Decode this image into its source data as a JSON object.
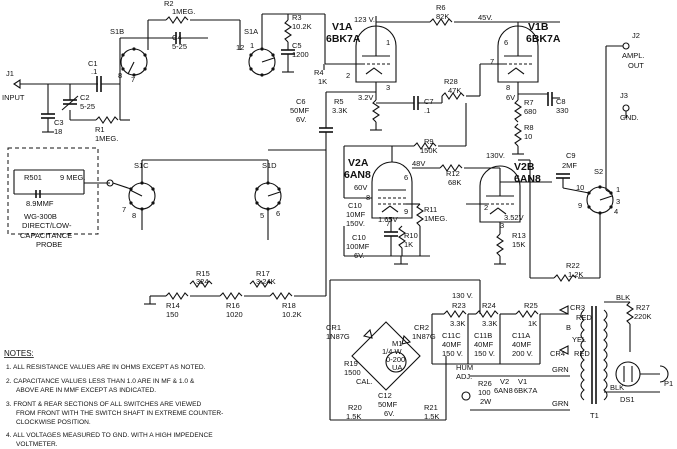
{
  "tubes": {
    "v1a": [
      "V1A",
      "6BK7A"
    ],
    "v1b": [
      "V1B",
      "6BK7A"
    ],
    "v2a": [
      "V2A",
      "6AN8"
    ],
    "v2b": [
      "V2B",
      "6AN8"
    ]
  },
  "labels": {
    "j1": "J1",
    "input": "INPUT",
    "c1": [
      "C1",
      ".1"
    ],
    "c2": [
      "C2",
      "5-25"
    ],
    "c3": [
      "C3",
      "18"
    ],
    "r1": [
      "R1",
      "1MEG."
    ],
    "r2": [
      "R2",
      "1MEG."
    ],
    "c4": [
      "C4",
      "5-25"
    ],
    "s1b": "S1B",
    "s1a": "S1A",
    "s1c": "S1C",
    "s1d": "S1D",
    "r3": [
      "R3",
      "10.2K"
    ],
    "c5": [
      "C5",
      "1200"
    ],
    "v123": "123 V.",
    "r6": [
      "R6",
      "82K"
    ],
    "v45": "45V.",
    "r4": [
      "R4",
      "1K"
    ],
    "r5": [
      "R5",
      "3.3K"
    ],
    "v32": "3.2V",
    "c6": [
      "C6",
      "50MF",
      "6V."
    ],
    "c7": [
      "C7",
      ".1"
    ],
    "r28": [
      "R28",
      "47K"
    ],
    "v6": "6V",
    "r7": [
      "R7",
      "680"
    ],
    "r8": [
      "R8",
      "10"
    ],
    "c8": [
      "C8",
      "330"
    ],
    "j2": [
      "J2",
      "AMPL.",
      "OUT"
    ],
    "j3": [
      "J3",
      "GND."
    ],
    "r9": [
      "R9",
      "150K"
    ],
    "v48": "48V",
    "v130": "130V.",
    "r12": [
      "R12",
      "68K"
    ],
    "v60": "60V",
    "v165": "1.65V",
    "c10a": [
      "C10",
      "10MF",
      "150V."
    ],
    "c10b": [
      "C10",
      "100MF",
      "6V."
    ],
    "r10": [
      "R10",
      "1K"
    ],
    "r11": [
      "R11",
      "1MEG."
    ],
    "v52": "3.52V",
    "r13": [
      "R13",
      "15K"
    ],
    "c9": [
      "C9",
      "2MF"
    ],
    "s2": "S2",
    "probe": [
      "R501",
      "9 MEG.",
      "8.9MMF",
      "WG-300B",
      "DIRECT/LOW-",
      "CAPACITANCE",
      "PROBE"
    ],
    "r15": [
      "R15",
      "324"
    ],
    "r17": [
      "R17",
      "3.24K"
    ],
    "r14": [
      "R14",
      "150"
    ],
    "r16": [
      "R16",
      "1020"
    ],
    "r18": [
      "R18",
      "10.2K"
    ],
    "r22": [
      "R22",
      "1.2K"
    ],
    "cr1": [
      "CR1",
      "1N87G"
    ],
    "cr2": [
      "CR2",
      "1N87G"
    ],
    "v130b": "130 V.",
    "r23": [
      "R23",
      "3.3K"
    ],
    "r24": [
      "R24",
      "3.3K"
    ],
    "r25": [
      "R25",
      "1K"
    ],
    "cr3": "CR3",
    "red": "RED",
    "b": "B",
    "yel": "YEL",
    "cr4": "CR4",
    "red2": "RED",
    "c11c": [
      "C11C",
      "40MF",
      "150 V."
    ],
    "c11b": [
      "C11B",
      "40MF",
      "150 V."
    ],
    "c11a": [
      "C11A",
      "40MF",
      "200 V."
    ],
    "blk": "BLK",
    "r27": [
      "R27",
      "220K"
    ],
    "grn": "GRN",
    "grn2": "GRN",
    "blk2": "BLK",
    "v2b_": [
      "V2",
      "6AN8"
    ],
    "v1b_": [
      "V1",
      "6BK7A"
    ],
    "hum": [
      "HUM",
      "ADJ."
    ],
    "r26": [
      "R26",
      "100",
      "2W"
    ],
    "t1": "T1",
    "ds1": "DS1",
    "p1": "P1",
    "m1": [
      "M1",
      "1/4 W",
      "0-200",
      "UA"
    ],
    "r19": [
      "R19",
      "1500",
      "CAL."
    ],
    "c12": [
      "C12",
      "50MF",
      "6V."
    ],
    "r20": [
      "R20",
      "1.5K"
    ],
    "r21": [
      "R21",
      "1.5K"
    ]
  },
  "notes": {
    "title": "NOTES:",
    "items": [
      "1. ALL RESISTANCE VALUES ARE IN OHMS EXCEPT AS NOTED.",
      "2. CAPACITANCE VALUES LESS THAN 1.0 ARE IN MF & 1.0 &",
      "ABOVE ARE IN MMF EXCEPT AS INDICATED.",
      "3. FRONT & REAR SECTIONS OF ALL SWITCHES ARE VIEWED",
      "FROM FRONT WITH THE SWITCH SHAFT IN EXTREME COUNTER-",
      "CLOCKWISE POSITION.",
      "4. ALL VOLTAGES MEASURED TO GND. WITH A HIGH IMPEDENCE",
      "VOLTMETER."
    ]
  }
}
